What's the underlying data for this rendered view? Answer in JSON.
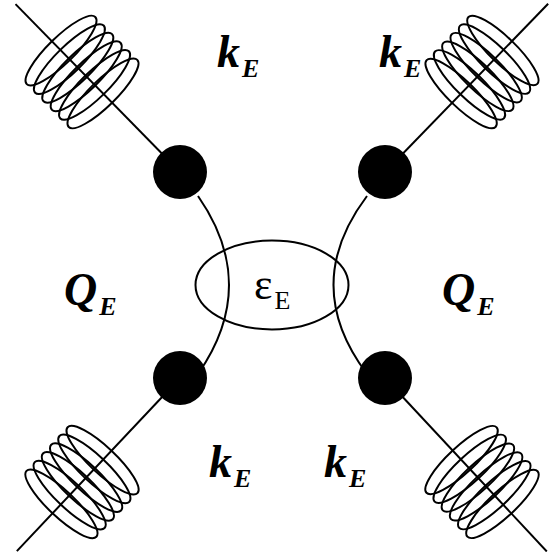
{
  "diagram": {
    "nodes": [
      {
        "text": [
          "εE"
        ]
      }
    ],
    "labels": [
      "kE",
      "kE",
      "QE",
      "QE",
      "kE",
      "kE"
    ]
  }
}
